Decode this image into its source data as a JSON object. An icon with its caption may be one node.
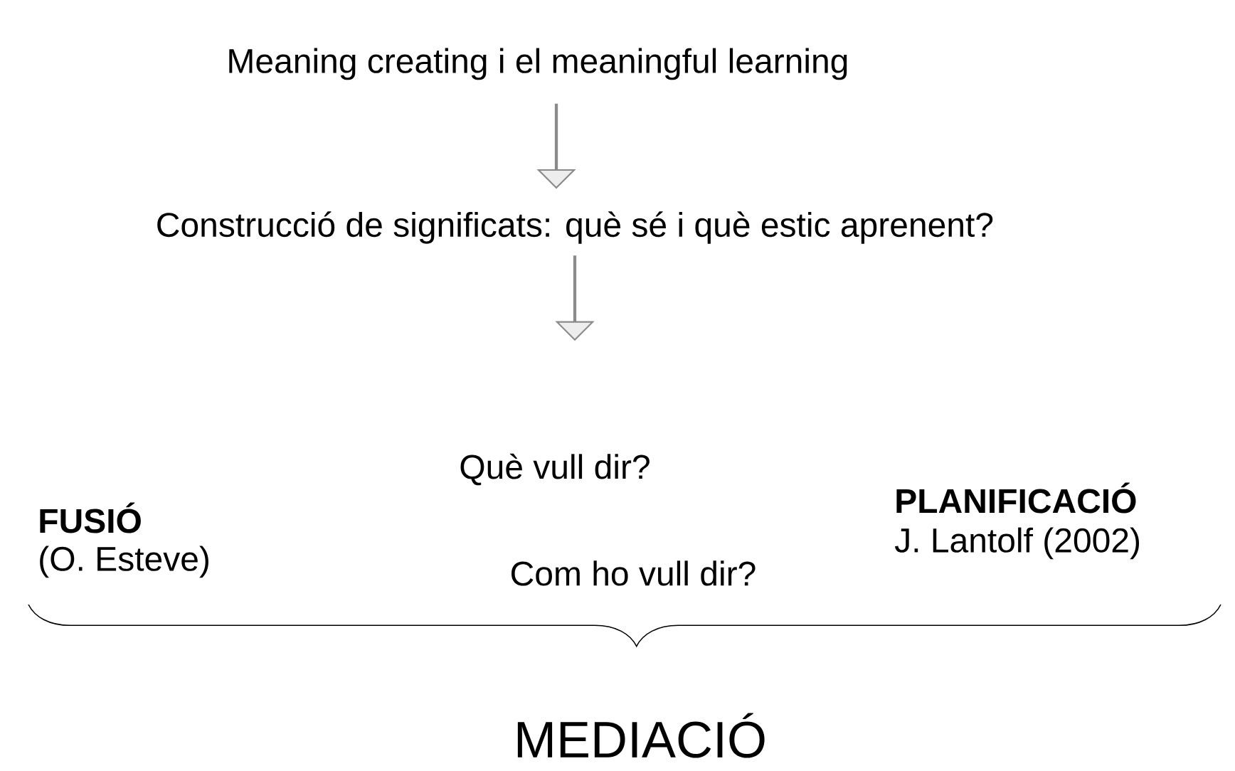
{
  "diagram": {
    "nodes": [
      {
        "text": [
          "Meaning creating i el meaningful learning"
        ]
      },
      {
        "text": [
          "Construcció de significats: què sé i què estic aprenent?"
        ]
      }
    ],
    "edges": [
      {
        "from": 0,
        "to": 1,
        "arrow": "to"
      },
      {
        "from": 1,
        "to": null,
        "arrow": "to"
      }
    ],
    "labels": [
      "FUSIÓ",
      "(O. Esteve)",
      "Què vull dir?",
      "Com ho vull dir?",
      "PLANIFICACIÓ",
      "J. Lantolf (2002)",
      "MEDIACIÓ"
    ]
  }
}
